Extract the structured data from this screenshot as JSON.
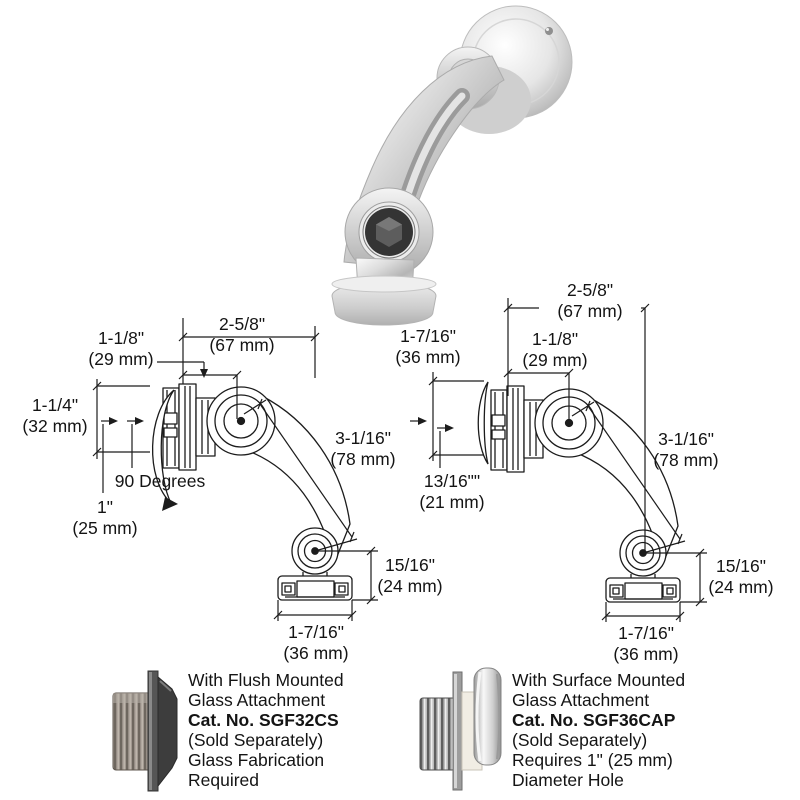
{
  "product": {
    "hero_image": "chrome-swivel-fitting-photo"
  },
  "colors": {
    "line_art": "#1c1c1c",
    "text": "#141414",
    "chrome_light": "#f7f7f7",
    "chrome_mid": "#c9c9c9",
    "chrome_dark": "#9a9a9a",
    "flange_dark": "#3d3d3d",
    "spacer_white": "#f1ede4",
    "background": "#ffffff"
  },
  "left_diagram": {
    "dims": {
      "hub_offset": {
        "in": "1-1/8\"",
        "mm": "(29 mm)"
      },
      "overall_depth": {
        "in": "2-5/8\"",
        "mm": "(67 mm)"
      },
      "flange_diameter": {
        "in": "1-1/4\"",
        "mm": "(32 mm)"
      },
      "swivel_range": "90 Degrees",
      "stem_length": {
        "in": "1\"",
        "mm": "(25 mm)"
      },
      "arm_length": {
        "in": "3-1/16\"",
        "mm": "(78 mm)"
      },
      "foot_height": {
        "in": "15/16\"",
        "mm": "(24 mm)"
      },
      "foot_width": {
        "in": "1-7/16\"",
        "mm": "(36 mm)"
      }
    }
  },
  "right_diagram": {
    "dims": {
      "overall_depth": {
        "in": "2-5/8\"",
        "mm": "(67 mm)"
      },
      "flange_diameter": {
        "in": "1-7/16\"",
        "mm": "(36 mm)"
      },
      "hub_offset": {
        "in": "1-1/8\"",
        "mm": "(29 mm)"
      },
      "stem_length": {
        "in": "13/16\"\"",
        "mm": "(21 mm)"
      },
      "arm_length": {
        "in": "3-1/16\"",
        "mm": "(78 mm)"
      },
      "foot_height": {
        "in": "15/16\"",
        "mm": "(24 mm)"
      },
      "foot_width": {
        "in": "1-7/16\"",
        "mm": "(36 mm)"
      }
    }
  },
  "left_callout": {
    "lines": [
      "With Flush Mounted",
      "Glass Attachment",
      "Cat. No. SGF32CS",
      "(Sold Separately)",
      "Glass Fabrication",
      "Required"
    ]
  },
  "right_callout": {
    "lines": [
      "With Surface Mounted",
      "Glass Attachment",
      "Cat. No. SGF36CAP",
      "(Sold Separately)",
      "Requires 1\" (25 mm)",
      "Diameter Hole"
    ]
  }
}
